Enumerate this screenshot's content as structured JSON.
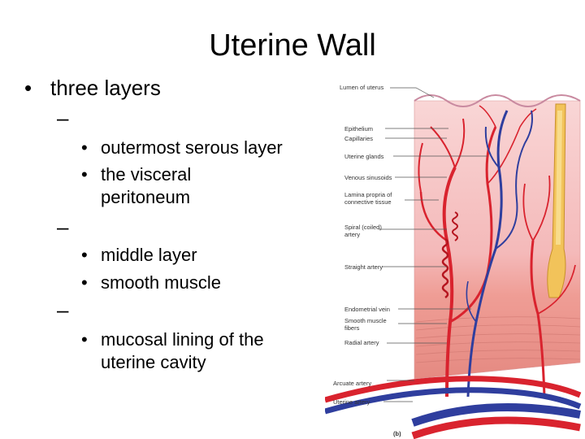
{
  "slide": {
    "title": "Uterine Wall",
    "bullet": "three layers",
    "layers": [
      {
        "dash": "–",
        "points": [
          "outermost serous layer",
          "the visceral peritoneum"
        ]
      },
      {
        "dash": "–",
        "points": [
          "middle layer",
          "smooth muscle"
        ]
      },
      {
        "dash": "–",
        "points": [
          "mucosal lining of the uterine cavity"
        ]
      }
    ]
  },
  "figure": {
    "labels": [
      "Lumen of uterus",
      "Epithelium",
      "Capillaries",
      "Uterine glands",
      "Venous sinusoids",
      "Lamina propria of connective tissue",
      "Spiral (coiled) artery",
      "Straight artery",
      "Endometrial vein",
      "Smooth muscle fibers",
      "Radial artery",
      "Arcuate artery",
      "Uterine artery"
    ],
    "panel": "(b)",
    "colors": {
      "artery": "#d9232e",
      "vein": "#2f3e9e",
      "gland": "#f2c35a",
      "tissue": "#f6c9c9",
      "muscle": "#ef9d95"
    }
  }
}
